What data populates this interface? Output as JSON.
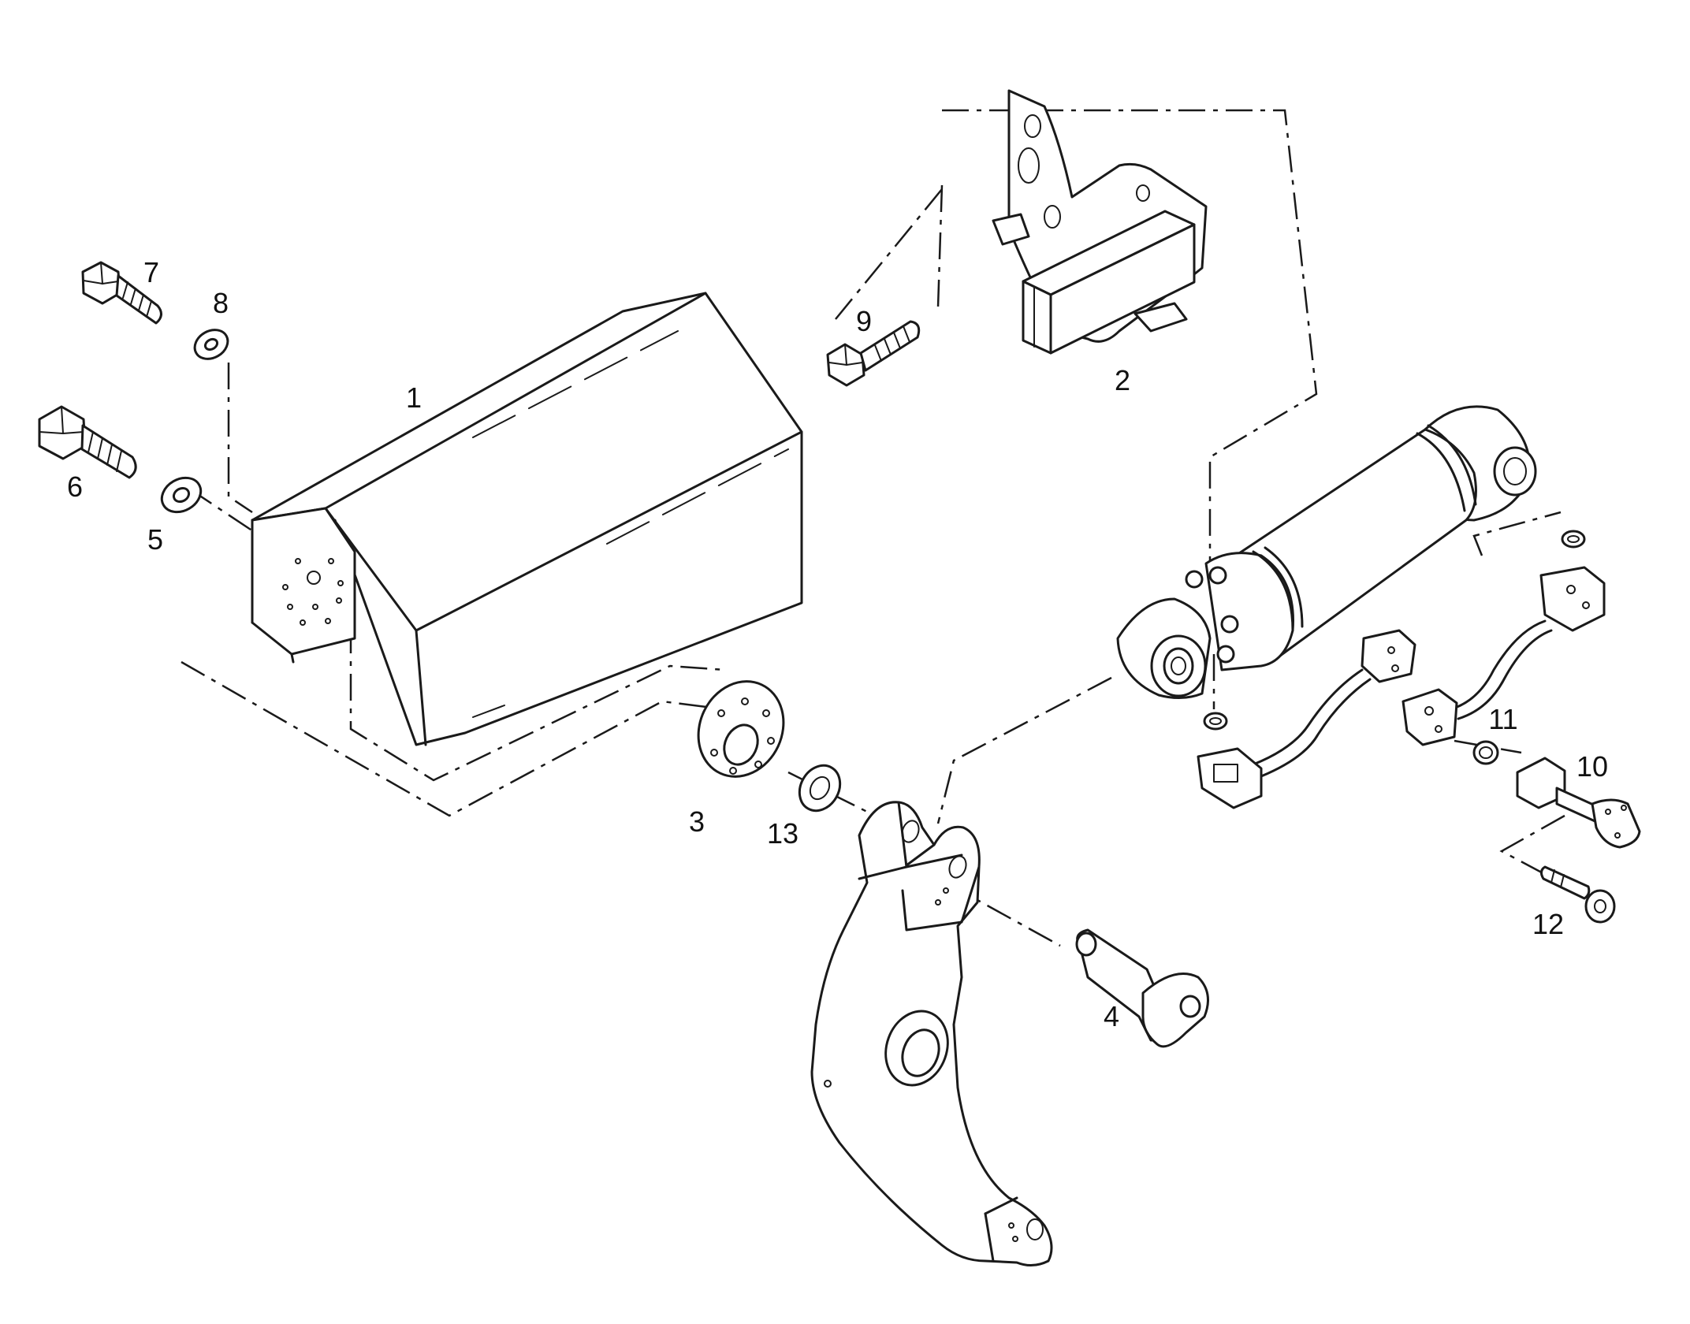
{
  "diagram": {
    "callouts": [
      {
        "id": "1",
        "part": "cover"
      },
      {
        "id": "2",
        "part": "mounting-bracket"
      },
      {
        "id": "3",
        "part": "flange-plate"
      },
      {
        "id": "4",
        "part": "pin"
      },
      {
        "id": "5",
        "part": "washer"
      },
      {
        "id": "6",
        "part": "bolt"
      },
      {
        "id": "7",
        "part": "bolt"
      },
      {
        "id": "8",
        "part": "washer"
      },
      {
        "id": "9",
        "part": "bolt"
      },
      {
        "id": "10",
        "part": "adapter"
      },
      {
        "id": "11",
        "part": "o-ring"
      },
      {
        "id": "12",
        "part": "screw"
      },
      {
        "id": "13",
        "part": "bushing"
      }
    ]
  }
}
